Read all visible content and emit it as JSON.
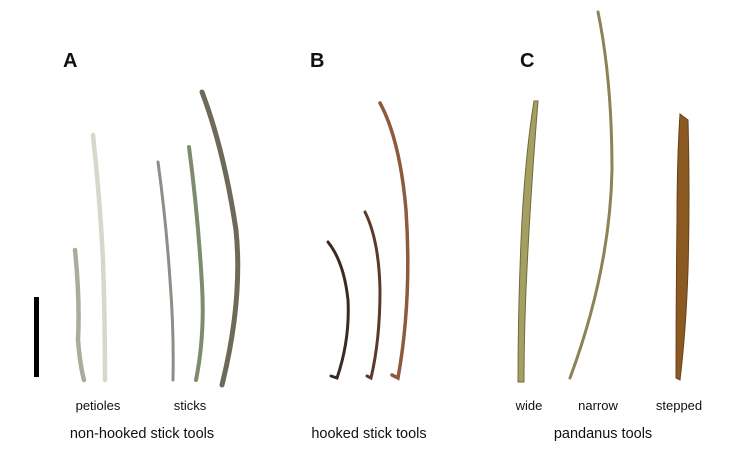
{
  "panels": [
    {
      "letter": "A",
      "group_label": "non-hooked stick tools",
      "sub_labels": [
        "petioles",
        "sticks"
      ]
    },
    {
      "letter": "B",
      "group_label": "hooked stick tools",
      "sub_labels": []
    },
    {
      "letter": "C",
      "group_label": "pandanus tools",
      "sub_labels": [
        "wide",
        "narrow",
        "stepped"
      ]
    }
  ],
  "colors": {
    "background": "#ffffff",
    "scale_bar": "#000000",
    "petiole_grey": "#a9ae9c",
    "petiole_white": "#d6d8cc",
    "stick_grey": "#8c8f86",
    "stick_olive": "#7f8b6e",
    "stick_long": "#6e6a5a",
    "hooked_dark": "#3a2a24",
    "hooked_mid": "#5a3a2a",
    "hooked_copper": "#8e5a3c",
    "pandanus_wide": "#a4a062",
    "pandanus_narrow": "#8c8258",
    "pandanus_stepped": "#8a5a22"
  }
}
